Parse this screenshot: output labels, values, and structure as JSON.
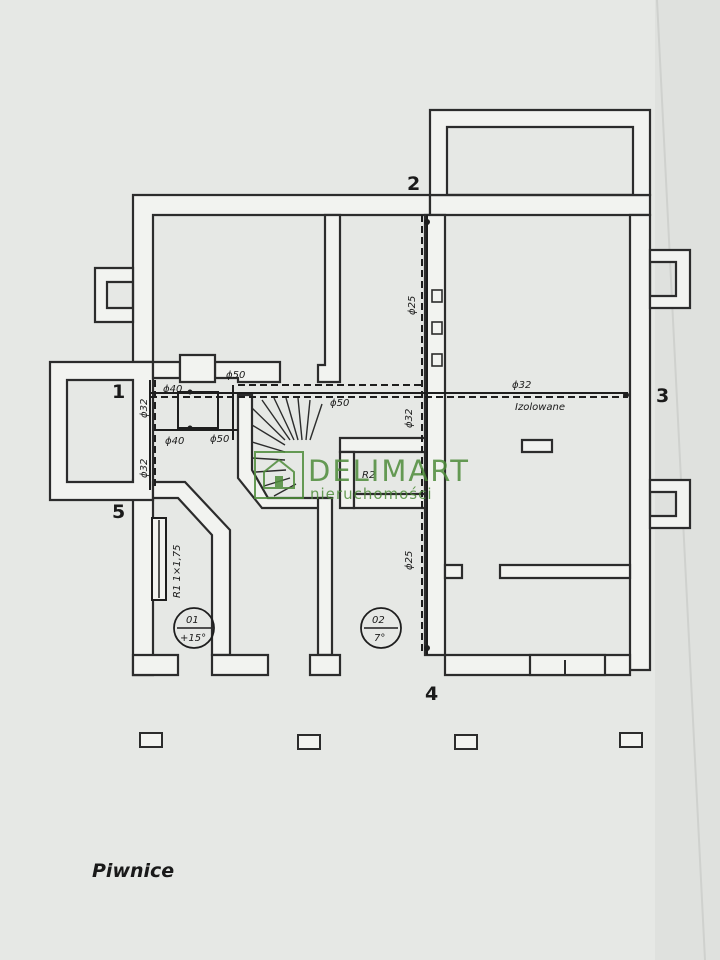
{
  "plan": {
    "title": "Piwnice",
    "markers": [
      "1",
      "2",
      "3",
      "4",
      "5"
    ],
    "pipe_labels": {
      "p32_main": "ϕ32",
      "insulated": "Izolowane",
      "p50_top": "ϕ50",
      "p50_mid": "ϕ50",
      "p50_low": "ϕ50",
      "p40_top": "ϕ40",
      "p40_low": "ϕ40",
      "p32_left_upper": "ϕ32",
      "p32_left_lower": "ϕ32",
      "p25_upper": "ϕ25",
      "p32_vertical": "ϕ32",
      "p25_lower": "ϕ25"
    },
    "radiator_label": "R1 1×1,75",
    "box_label": "R2",
    "rooms": [
      {
        "number": "01",
        "temp": "+15°"
      },
      {
        "number": "02",
        "temp": "7°"
      }
    ]
  },
  "watermark": {
    "brand": "DELIMART",
    "tagline": "nieruchomości",
    "color": "#4e8c3a"
  },
  "icons": [
    "house-logo-icon"
  ]
}
